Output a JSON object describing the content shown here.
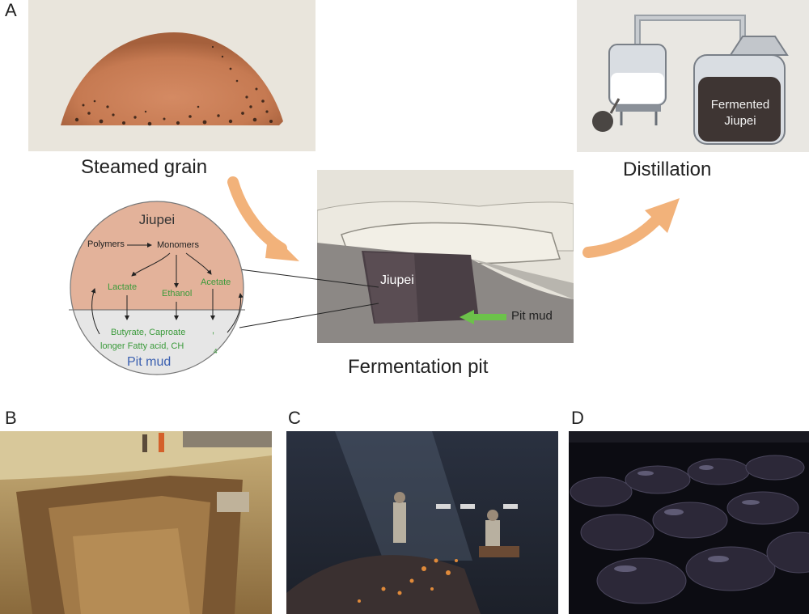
{
  "panels": {
    "a": "A",
    "b": "B",
    "c": "C",
    "d": "D"
  },
  "captions": {
    "steamed_grain": "Steamed grain",
    "distillation": "Distillation",
    "fermentation_pit": "Fermentation pit"
  },
  "circle": {
    "title": "Jiupei",
    "polymers": "Polymers",
    "monomers": "Monomers",
    "lactate": "Lactate",
    "ethanol": "Ethanol",
    "acetate": "Acetate",
    "products_line1": "Butyrate, Caproate",
    "products_line2": "longer Fatty acid, CH",
    "products_sub": "4",
    "products_comma": ",",
    "pit_mud": "Pit mud"
  },
  "pit": {
    "jiupei": "Jiupei",
    "pit_mud": "Pit mud"
  },
  "still": {
    "fermented": "Fermented",
    "jiupei": "Jiupei"
  },
  "colors": {
    "green_text": "#3a9a3a",
    "pit_mud_blue": "#3a5fb0",
    "arrow_orange": "#f2b27a",
    "circle_top": "#e3b29a",
    "circle_bottom": "#e6e6e6",
    "arrow_green": "#6cc24a"
  }
}
